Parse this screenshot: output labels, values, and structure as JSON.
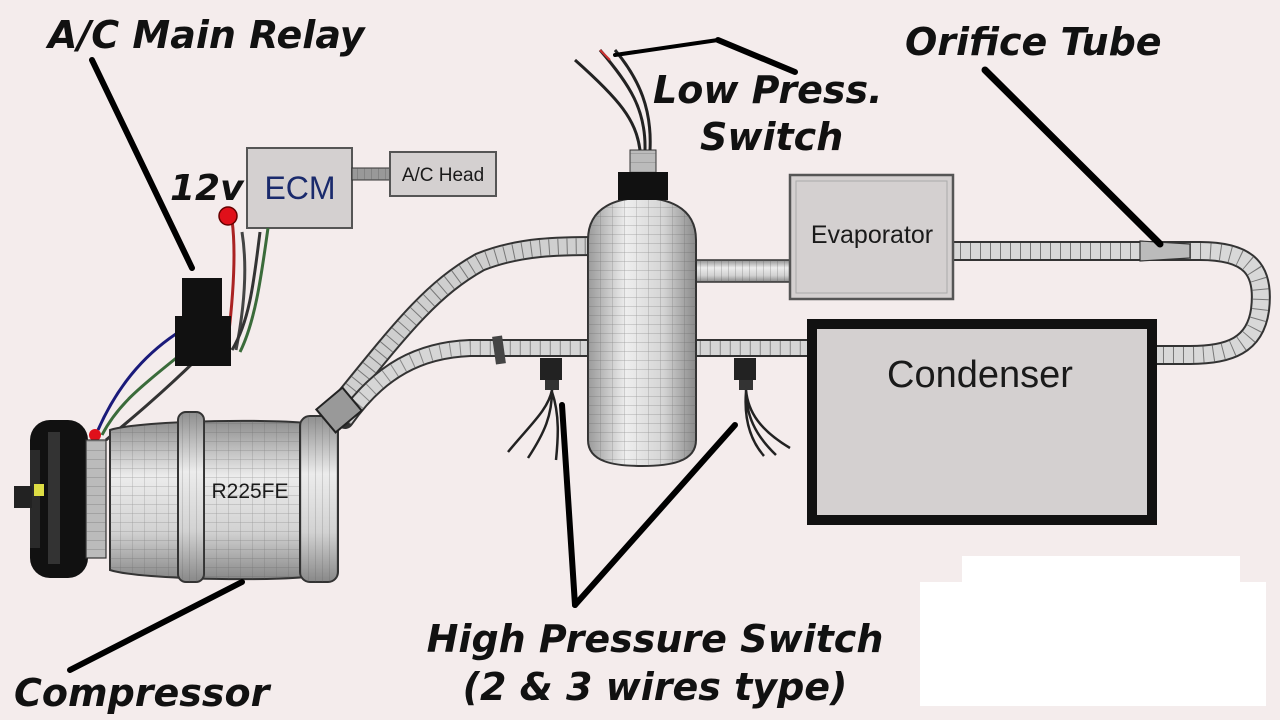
{
  "labels": {
    "relay": "A/C Main Relay",
    "voltage": "12v",
    "low_press_1": "Low Press.",
    "low_press_2": "Switch",
    "orifice": "Orifice Tube",
    "high_press_1": "High Pressure Switch",
    "high_press_2": "(2 & 3 wires type)",
    "compressor": "Compressor"
  },
  "components": {
    "ecm": "ECM",
    "ac_head": "A/C Head",
    "evaporator": "Evaporator",
    "condenser": "Condenser",
    "compressor_model": "R225FE"
  },
  "colors": {
    "background": "#f4ecec",
    "box_fill": "#d4d0d0",
    "ecm_text": "#1a2a6c",
    "condenser_text": "#3a1212",
    "indicator_red": "#e0101a"
  }
}
